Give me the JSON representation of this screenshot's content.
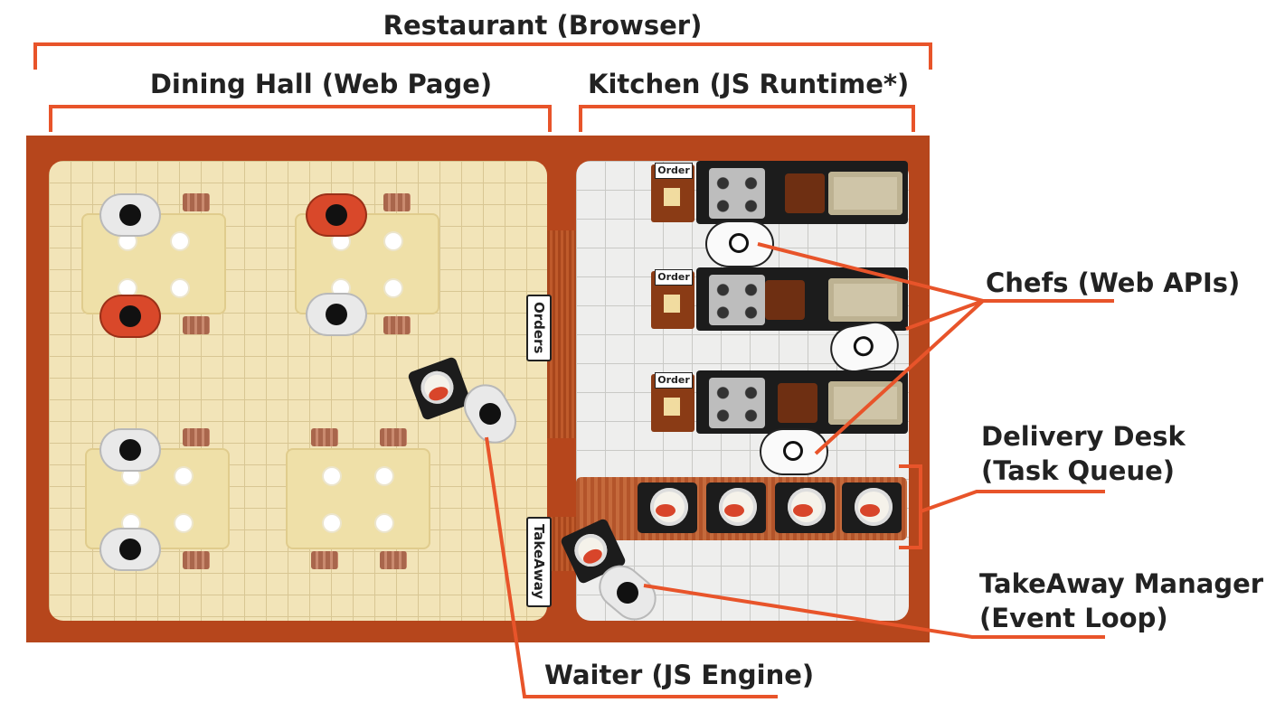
{
  "labels": {
    "restaurant": "Restaurant (Browser)",
    "dining_hall": "Dining Hall (Web Page)",
    "kitchen": "Kitchen (JS Runtime*)",
    "chefs": "Chefs (Web APIs)",
    "delivery_desk_line1": "Delivery Desk",
    "delivery_desk_line2": "(Task Queue)",
    "takeaway_manager_line1": "TakeAway Manager",
    "takeaway_manager_line2": "(Event Loop)",
    "waiter": "Waiter (JS Engine)"
  },
  "signs": {
    "orders": "Orders",
    "takeaway": "TakeAway",
    "order": "Order"
  },
  "colors": {
    "accent": "#e8542a",
    "wall": "#b6461c",
    "hall_floor": "#f2e4b8",
    "kitchen_floor": "#eeeeed",
    "counter": "#1c1c1c"
  }
}
